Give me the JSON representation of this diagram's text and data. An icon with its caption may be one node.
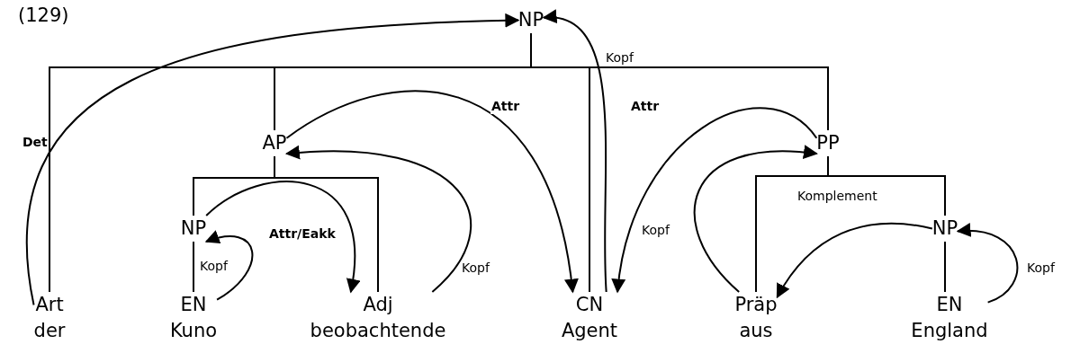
{
  "diagram": {
    "nodes": [
      {
        "text": [
          "NP"
        ]
      },
      {
        "text": [
          "AP"
        ]
      },
      {
        "text": [
          "PP"
        ]
      },
      {
        "text": [
          "NP"
        ]
      },
      {
        "text": [
          "NP"
        ]
      },
      {
        "text": [
          "Art",
          "der"
        ]
      },
      {
        "text": [
          "EN",
          "Kuno"
        ]
      },
      {
        "text": [
          "Adj",
          "beobachtende"
        ]
      },
      {
        "text": [
          "CN",
          "Agent"
        ]
      },
      {
        "text": [
          "Präp",
          "aus"
        ]
      },
      {
        "text": [
          "EN",
          "England"
        ]
      }
    ],
    "edges": [
      {
        "from": 0,
        "to": 5,
        "arrow": "none"
      },
      {
        "from": 0,
        "to": 1,
        "arrow": "none"
      },
      {
        "from": 0,
        "to": 8,
        "arrow": "none"
      },
      {
        "from": 0,
        "to": 2,
        "arrow": "none"
      },
      {
        "from": 1,
        "to": 3,
        "arrow": "none"
      },
      {
        "from": 1,
        "to": 7,
        "arrow": "none"
      },
      {
        "from": 3,
        "to": 6,
        "arrow": "none"
      },
      {
        "from": 2,
        "to": 9,
        "arrow": "none"
      },
      {
        "from": 2,
        "to": 4,
        "arrow": "none"
      },
      {
        "from": 4,
        "to": 10,
        "arrow": "none"
      },
      {
        "from": 5,
        "to": 0,
        "arrow": "to",
        "label": "Det"
      },
      {
        "from": 8,
        "to": 0,
        "arrow": "to",
        "label": "Kopf"
      },
      {
        "from": 1,
        "to": 8,
        "arrow": "to",
        "label": "Attr"
      },
      {
        "from": 2,
        "to": 8,
        "arrow": "to",
        "label": "Attr"
      },
      {
        "from": 7,
        "to": 1,
        "arrow": "to",
        "label": "Kopf"
      },
      {
        "from": 6,
        "to": 3,
        "arrow": "to",
        "label": "Kopf"
      },
      {
        "from": 3,
        "to": 7,
        "arrow": "to",
        "label": "Attr/Eakk"
      },
      {
        "from": 9,
        "to": 2,
        "arrow": "to",
        "label": "Kopf"
      },
      {
        "from": 4,
        "to": 9,
        "arrow": "to",
        "label": "Komplement"
      },
      {
        "from": 10,
        "to": 4,
        "arrow": "to",
        "label": "Kopf"
      }
    ],
    "labels": [
      "(129)"
    ]
  }
}
